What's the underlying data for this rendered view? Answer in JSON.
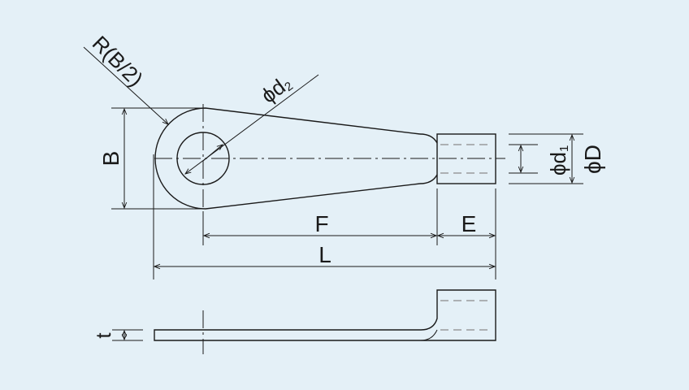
{
  "colors": {
    "background": "#e4f0f7",
    "outline": "#1a1a1a",
    "hidden_line": "#8a8a8a"
  },
  "labels": {
    "radius": "R(B/2)",
    "hole_dia": "ϕd",
    "hole_dia_sub": "2",
    "width": "B",
    "F": "F",
    "E": "E",
    "L": "L",
    "bore_dia": "ϕd",
    "bore_dia_sub": "1",
    "outer_dia": "ϕD",
    "thickness": "t"
  }
}
